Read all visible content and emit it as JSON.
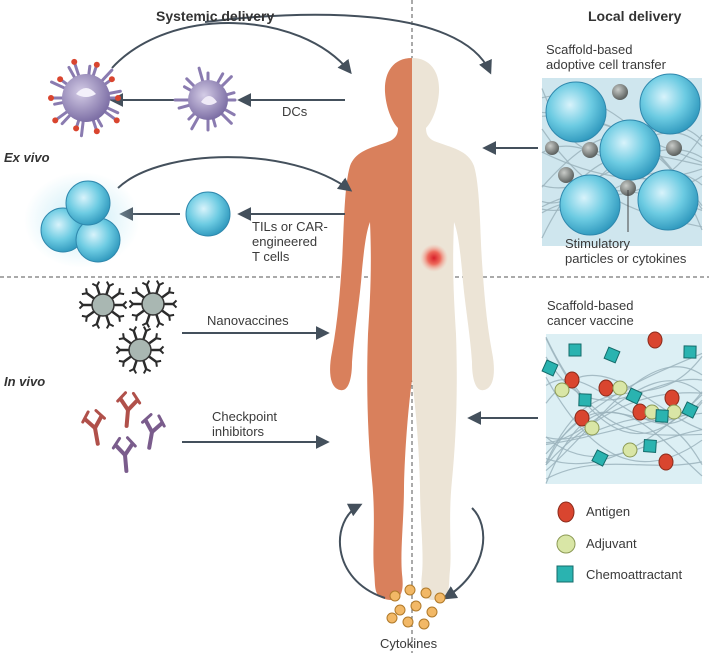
{
  "headers": {
    "systemic": "Systemic delivery",
    "local": "Local delivery"
  },
  "sections": {
    "ex_vivo": "Ex vivo",
    "in_vivo": "In vivo"
  },
  "labels": {
    "dcs": "DCs",
    "tils": [
      "TILs or CAR-",
      "engineered",
      "T cells"
    ],
    "nanovaccines": "Nanovaccines",
    "checkpoint": [
      "Checkpoint",
      "inhibitors"
    ],
    "cytokines": "Cytokines",
    "scaffold_act": [
      "Scaffold-based",
      "adoptive cell transfer"
    ],
    "stimulatory": [
      "Stimulatory",
      "particles or cytokines"
    ],
    "scaffold_vaccine": [
      "Scaffold-based",
      "cancer vaccine"
    ]
  },
  "legend": [
    {
      "label": "Antigen",
      "icon": "antigen-icon",
      "color": "#d9452f"
    },
    {
      "label": "Adjuvant",
      "icon": "adjuvant-icon",
      "color": "#d9e6a6"
    },
    {
      "label": "Chemoattractant",
      "icon": "chemoattractant-icon",
      "color": "#2ab3b0"
    }
  ],
  "colors": {
    "body_left": "#d9805c",
    "body_right": "#ece4d6",
    "arrow": "#44505c",
    "cell": "#5fc6de",
    "dc": "#9a8cb8",
    "nanovaccine": "#2b2b2b",
    "antibody_red": "#b0504a",
    "antibody_purple": "#7a5c8c",
    "cytokine": "#f2b866"
  }
}
